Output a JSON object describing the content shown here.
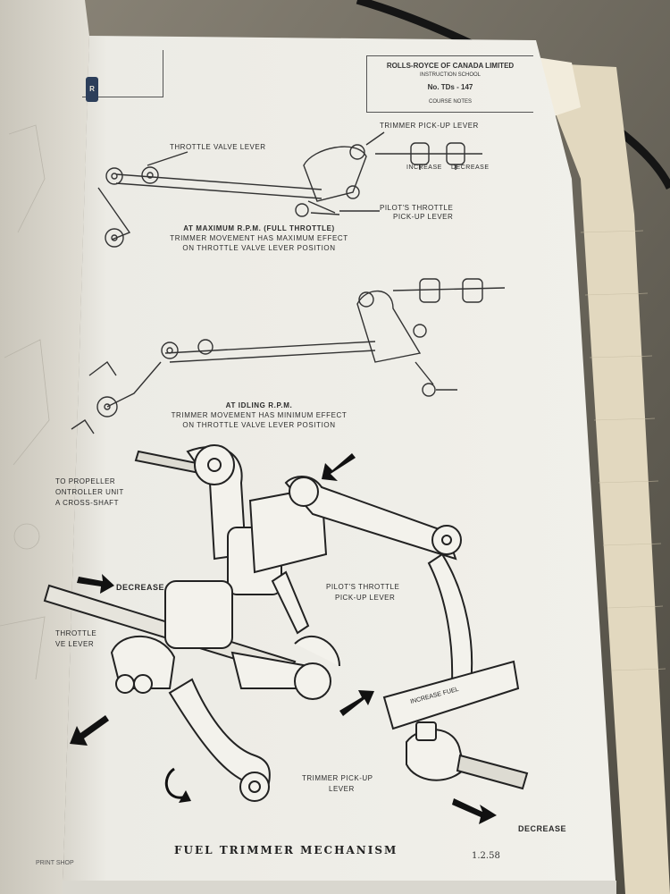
{
  "header": {
    "company": "ROLLS-ROYCE OF CANADA LIMITED",
    "school": "INSTRUCTION SCHOOL",
    "number": "No. TDs - 147",
    "course_notes": "COURSE NOTES"
  },
  "logo": {
    "mark": "R"
  },
  "diagram_top": {
    "labels": {
      "throttle_valve_lever": "THROTTLE VALVE LEVER",
      "trimmer_pickup_lever": "TRIMMER PICK-UP LEVER",
      "increase": "INCREASE",
      "decrease": "DECREASE",
      "pilots_throttle_line1": "PILOT'S THROTTLE",
      "pilots_throttle_line2": "PICK-UP LEVER"
    },
    "caption": {
      "title": "AT MAXIMUM R.P.M. (FULL THROTTLE)",
      "line1": "TRIMMER MOVEMENT HAS MAXIMUM EFFECT",
      "line2": "ON THROTTLE VALVE LEVER POSITION"
    }
  },
  "diagram_middle": {
    "caption": {
      "title": "AT IDLING R.P.M.",
      "line1": "TRIMMER MOVEMENT HAS MINIMUM EFFECT",
      "line2": "ON THROTTLE VALVE LEVER POSITION"
    }
  },
  "diagram_bottom": {
    "labels": {
      "propeller_line1": "TO PROPELLER",
      "propeller_line2": "ONTROLLER UNIT",
      "propeller_line3": "A CROSS-SHAFT",
      "decrease_left": "DECREASE",
      "throttle_line1": "THROTTLE",
      "throttle_line2": "VE LEVER",
      "pilots_line1": "PILOT'S THROTTLE",
      "pilots_line2": "PICK-UP LEVER",
      "increase_fuel": "INCREASE FUEL",
      "trimmer_line1": "TRIMMER PICK-UP",
      "trimmer_line2": "LEVER",
      "decrease_right": "DECREASE"
    }
  },
  "footer": {
    "title": "FUEL TRIMMER MECHANISM",
    "date": "1.2.58",
    "left": "PRINT SHOP"
  },
  "colors": {
    "page": "#eceae3",
    "ink": "#2b2b2b",
    "table": "#6e6a5c",
    "left_page": "#d9d6cc",
    "backing_sheet": "#e2d8bf"
  }
}
